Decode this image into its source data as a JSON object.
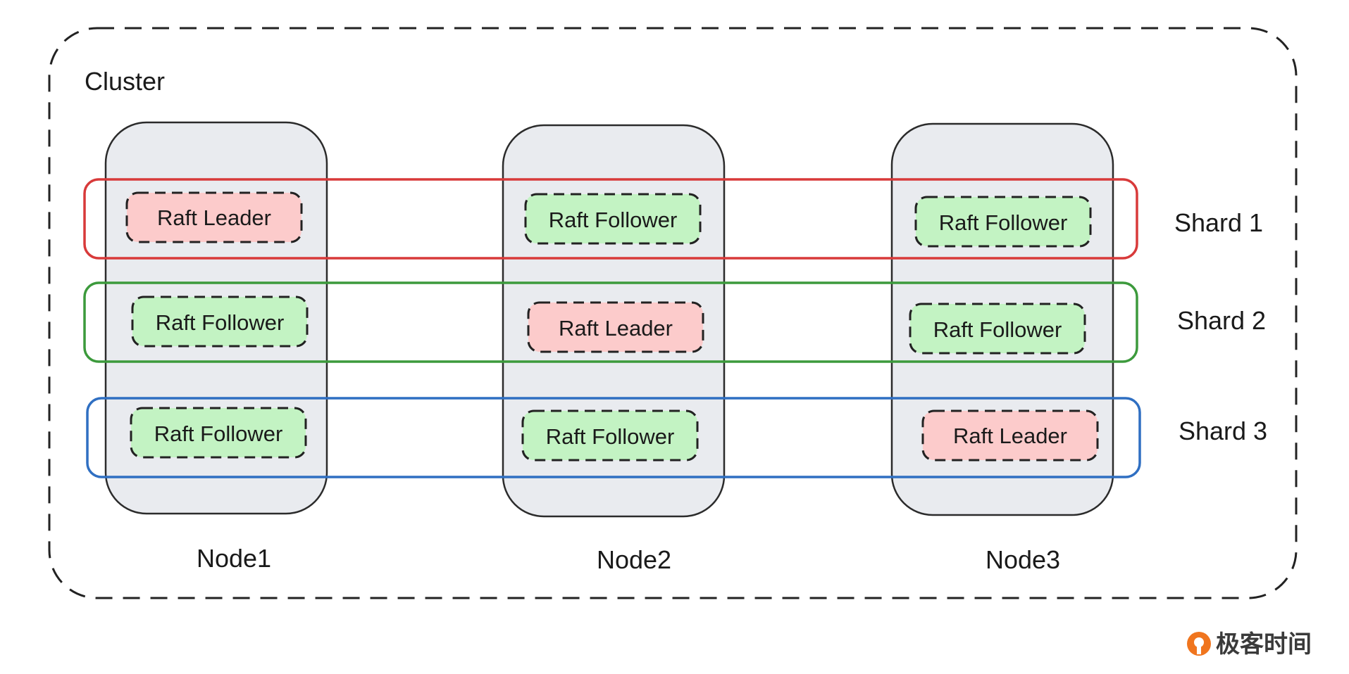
{
  "cluster": {
    "label": "Cluster"
  },
  "nodes": [
    {
      "label": "Node1"
    },
    {
      "label": "Node2"
    },
    {
      "label": "Node3"
    }
  ],
  "shards": [
    {
      "label": "Shard 1",
      "color": "#d83a3a"
    },
    {
      "label": "Shard 2",
      "color": "#3c9a3c"
    },
    {
      "label": "Shard 3",
      "color": "#2f6fc2"
    }
  ],
  "replicas": [
    [
      "Raft Leader",
      "Raft Follower",
      "Raft Follower"
    ],
    [
      "Raft Follower",
      "Raft Leader",
      "Raft Follower"
    ],
    [
      "Raft Follower",
      "Raft Follower",
      "Raft Leader"
    ]
  ],
  "role_colors": {
    "leader": "#fccbcb",
    "follower": "#c3f3c3",
    "node": "#e9ebef"
  },
  "brand": {
    "label": "极客时间",
    "icon": "geektime-logo-icon",
    "color": "#f0751e"
  }
}
